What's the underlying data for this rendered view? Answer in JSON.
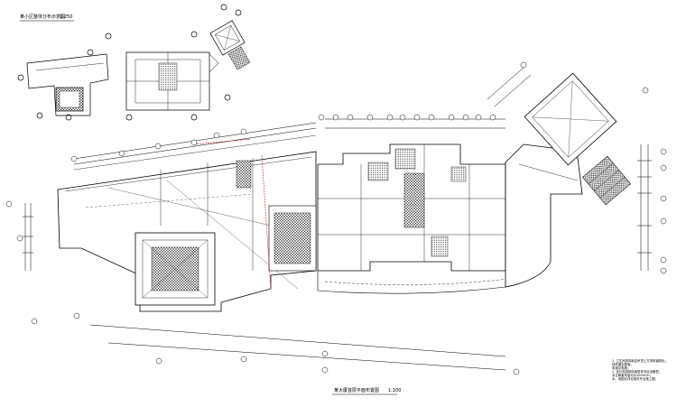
{
  "drawing": {
    "key_plan_title": "某小区整体分布示意图",
    "key_plan_scale": "1:250",
    "main_plan_title": "某大厦首层平面布置图",
    "main_plan_scale": "1:100",
    "notes": [
      "1. 卫生间排风扇由吊顶上方排风道排出；",
      "   排风道至屋面；",
      "   电源见电施；",
      "2. 设计选用排风扇型号详见设备表；",
      "   未注明者风量均为100m³/h；",
      "   水、电配合详见相关专业施工图；"
    ],
    "colors": {
      "line": "#000000",
      "accent": "#c00000",
      "hatch": "#333333",
      "background": "#ffffff"
    }
  }
}
